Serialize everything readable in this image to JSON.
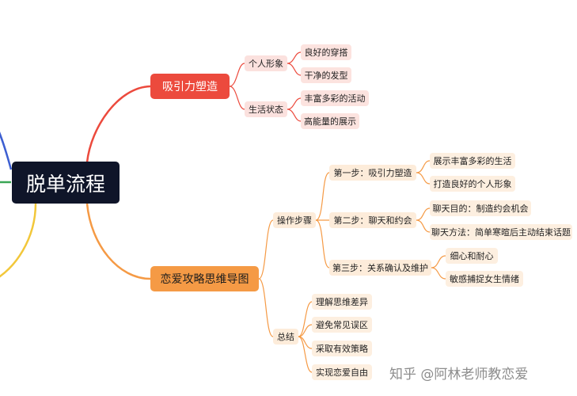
{
  "root": "脱单流程",
  "watermark": "知乎 @阿林老师教恋爱",
  "colors": {
    "root_bg": "#0f1529",
    "red": "#ec4a3d",
    "orange": "#f59a45",
    "blue": "#3d5fd1",
    "green": "#3aa655",
    "yellow": "#f2c73a"
  },
  "branch1": {
    "title": "吸引力塑造",
    "groups": [
      {
        "label": "个人形象",
        "items": [
          "良好的穿搭",
          "干净的发型"
        ]
      },
      {
        "label": "生活状态",
        "items": [
          "丰富多彩的活动",
          "高能量的展示"
        ]
      }
    ]
  },
  "branch2": {
    "title": "恋爱攻略思维导图",
    "steps": {
      "label": "操作步骤",
      "items": [
        {
          "label": "第一步：吸引力塑造",
          "items": [
            "展示丰富多彩的生活",
            "打造良好的个人形象"
          ]
        },
        {
          "label": "第二步：聊天和约会",
          "items": [
            "聊天目的：制造约会机会",
            "聊天方法：简单寒暄后主动结束话题"
          ]
        },
        {
          "label": "第三步：关系确认及维护",
          "items": [
            "细心和耐心",
            "敏感捕捉女生情绪"
          ]
        }
      ]
    },
    "summary": {
      "label": "总结",
      "items": [
        "理解思维差异",
        "避免常见误区",
        "采取有效策略",
        "实现恋爱自由"
      ]
    }
  }
}
